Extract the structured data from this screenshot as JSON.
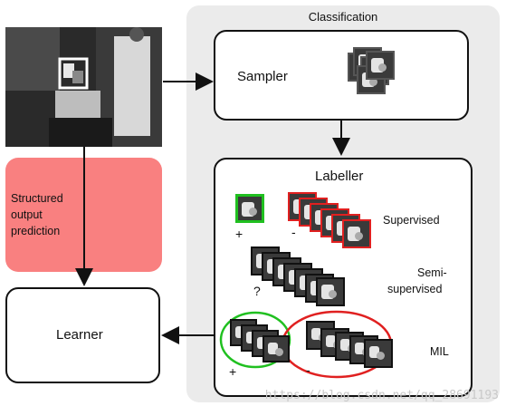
{
  "classification": {
    "title": "Classification"
  },
  "sampler": {
    "label": "Sampler"
  },
  "labeller": {
    "title": "Labeller",
    "supervised": "Supervised",
    "semi_supervised_1": "Semi-",
    "semi_supervised_2": "supervised",
    "mil": "MIL",
    "plus": "+",
    "minus": "-",
    "question": "?"
  },
  "structured": {
    "line1": "Structured",
    "line2": "output",
    "line3": "prediction"
  },
  "learner": {
    "label": "Learner"
  },
  "watermark": "https://blog.csdn.net/qq_28691193",
  "colors": {
    "panel": "#ebebeb",
    "pink": "#f98080",
    "positive": "#20c020",
    "negative": "#e02020"
  }
}
